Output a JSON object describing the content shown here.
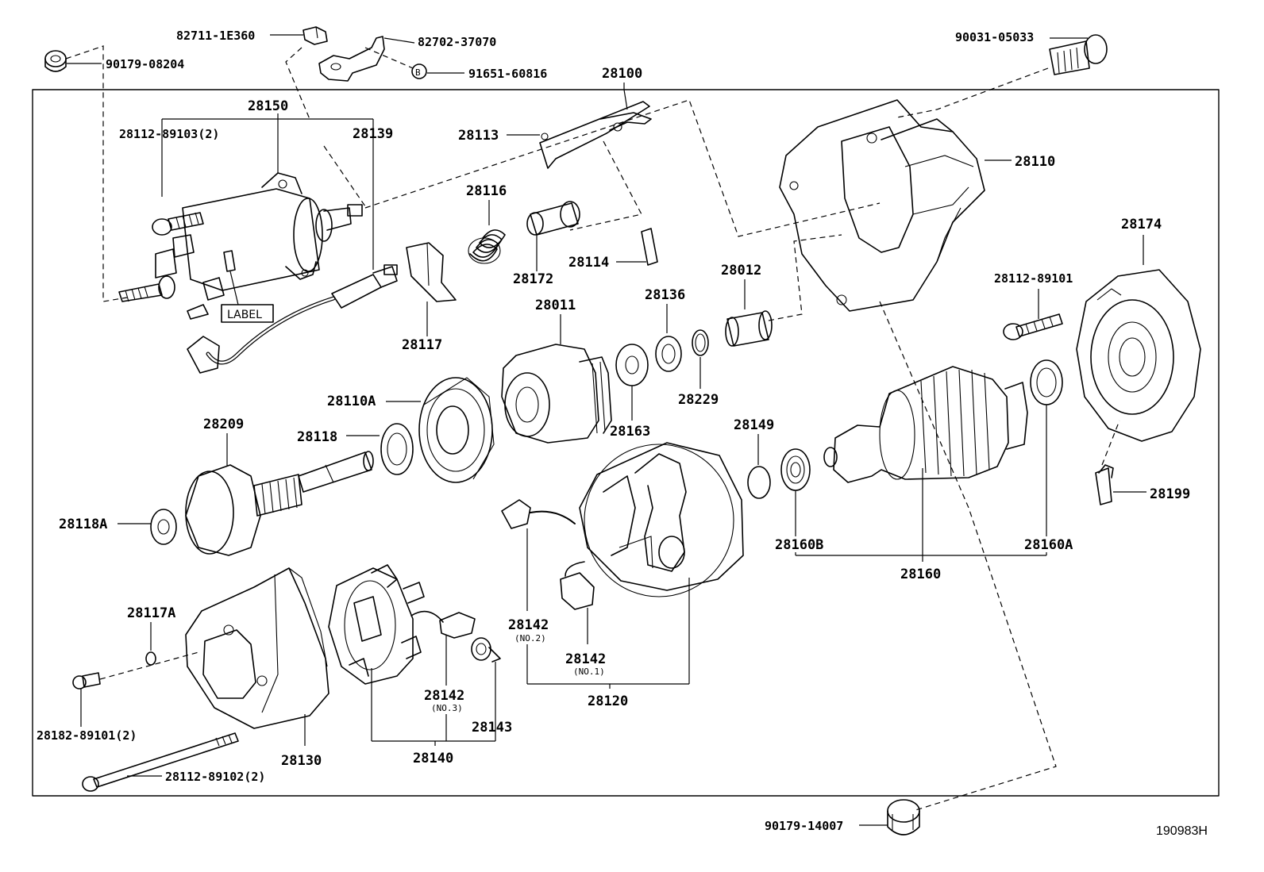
{
  "diagram": {
    "reference_code": "190983H",
    "label_tag": "LABEL",
    "callout_b": "B",
    "parts": {
      "p82711": "82711-1E360",
      "p82702": "82702-37070",
      "p90179a": "90179-08204",
      "p91651": "91651-60816",
      "p28100": "28100",
      "p90031": "90031-05033",
      "p28150": "28150",
      "p28112_103": "28112-89103(2)",
      "p28139": "28139",
      "p28113": "28113",
      "p28110": "28110",
      "p28116": "28116",
      "p28114": "28114",
      "p28172": "28172",
      "p28174": "28174",
      "p28012": "28012",
      "p28112_101": "28112-89101",
      "p28136": "28136",
      "p28011": "28011",
      "p28117": "28117",
      "p28229": "28229",
      "p28110A": "28110A",
      "p28163": "28163",
      "p28118": "28118",
      "p28149": "28149",
      "p28209": "28209",
      "p28199": "28199",
      "p28118A": "28118A",
      "p28160B": "28160B",
      "p28160A": "28160A",
      "p28160": "28160",
      "p28117A": "28117A",
      "p28142_no2": "28142",
      "no2": "(NO.2)",
      "p28142_no1": "28142",
      "no1": "(NO.1)",
      "p28120": "28120",
      "p28142_no3": "28142",
      "no3": "(NO.3)",
      "p28143": "28143",
      "p28182": "28182-89101(2)",
      "p28130": "28130",
      "p28140": "28140",
      "p28112_102": "28112-89102(2)",
      "p90179b": "90179-14007"
    }
  }
}
